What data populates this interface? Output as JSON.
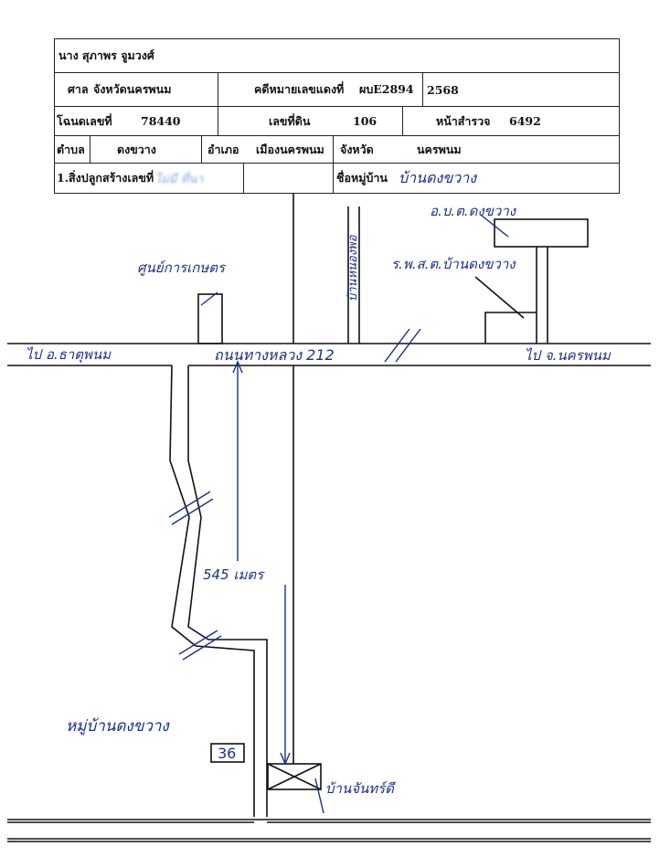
{
  "header": {
    "owner_name": "นาง สุภาพร จูมวงศ์",
    "court_label": "ศาล",
    "court_value": "จังหวัดนครพนม",
    "case_label": "คดีหมายเลขแดงที่",
    "case_number": "ผบE2894",
    "case_year": "2568",
    "deed_label": "โฉนดเลขที่",
    "deed_number": "78440",
    "land_label": "เลขที่ดิน",
    "land_number": "106",
    "survey_label": "หน้าสำรวจ",
    "survey_number": "6492",
    "subdistrict_label": "ตำบล",
    "subdistrict_value": "ดงขวาง",
    "district_label": "อำเภอ",
    "district_value": "เมืองนครพนม",
    "province_label": "จังหวัด",
    "province_value": "นครพนม",
    "building_label": "1.สิ่งปลูกสร้างเลขที่",
    "building_value_redacted": "ไม่มี ที่นา",
    "village_label": "ชื่อหมู่บ้าน",
    "village_value": "บ้านดงขวาง"
  },
  "map": {
    "top_right_label": "อ.บ.ต.ดงขวาง",
    "hospital_label": "ร.พ.ส.ต.บ้านดงขวาง",
    "center_label": "ศูนย์การเกษตร",
    "side_road_label": "บ้านหนองพ่อ",
    "left_direction": "ไป อ.ธาตุพนม",
    "main_road": "ถนนทางหลวง 212",
    "right_direction": "ไป จ.นครพนม",
    "distance": "545 เมตร",
    "village_note": "หมู่บ้านดงขวาง",
    "house_number": "36",
    "target_note": "บ้านจันทร์ดี"
  }
}
